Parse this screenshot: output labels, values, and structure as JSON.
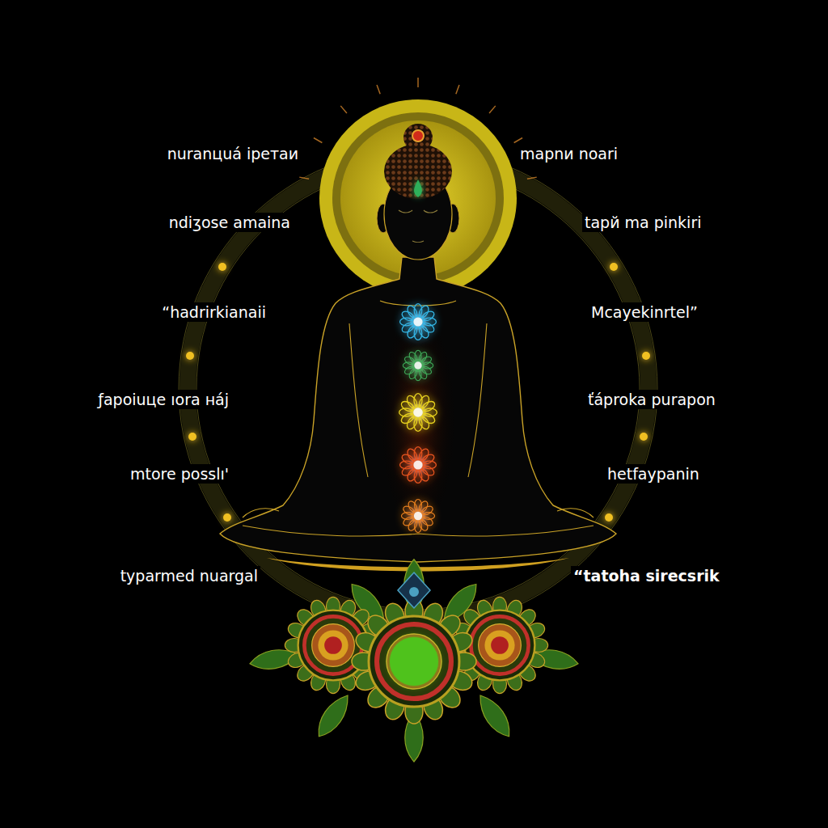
{
  "diagram": {
    "labels": [
      "nuranцuá ipeтaи",
      "mapnи noari",
      "ndiʒose amaina",
      "tapй ma pinkiri",
      "“hadrirkianaii",
      "Mcayekinrtel”",
      "ƒapoiuцe ıora нáj",
      "ťáproka purapon",
      "mtore posslı'",
      "hetfaypanin",
      "typarmed nuargal",
      "“tatoha sirecsrik"
    ]
  }
}
